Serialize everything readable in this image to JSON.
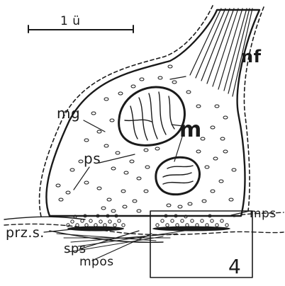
{
  "scale_bar": {
    "label": "1 ü"
  },
  "labels": {
    "nf": "nf",
    "mg": "mg",
    "m": "m",
    "ps": "ps",
    "mps": "mps",
    "prz_s": "prz.s.",
    "sps": "sps",
    "mpos": "mpos",
    "box_number": "4"
  },
  "colors": {
    "ink": "#1a1a1a",
    "background": "#ffffff"
  }
}
